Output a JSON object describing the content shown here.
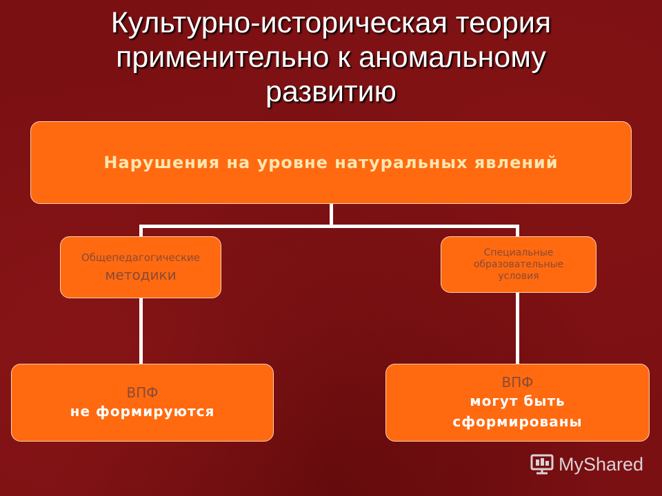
{
  "title": {
    "line1": "Культурно-историческая теория",
    "line2": "применительно к аномальному",
    "line3": "развитию"
  },
  "diagram": {
    "top": "Нарушения на уровне натуральных явлений",
    "mid_left": {
      "line1": "Общепедагогические",
      "line2": "методики"
    },
    "mid_right": {
      "line1": "Специальные",
      "line2": "образовательные",
      "line3": "условия"
    },
    "bottom_left": {
      "label": "ВПФ",
      "text": "не формируются"
    },
    "bottom_right": {
      "label": "ВПФ",
      "line1": "могут быть",
      "line2": "сформированы"
    }
  },
  "watermark": {
    "text": "MyShared",
    "icon": "myshared-logo-icon"
  }
}
